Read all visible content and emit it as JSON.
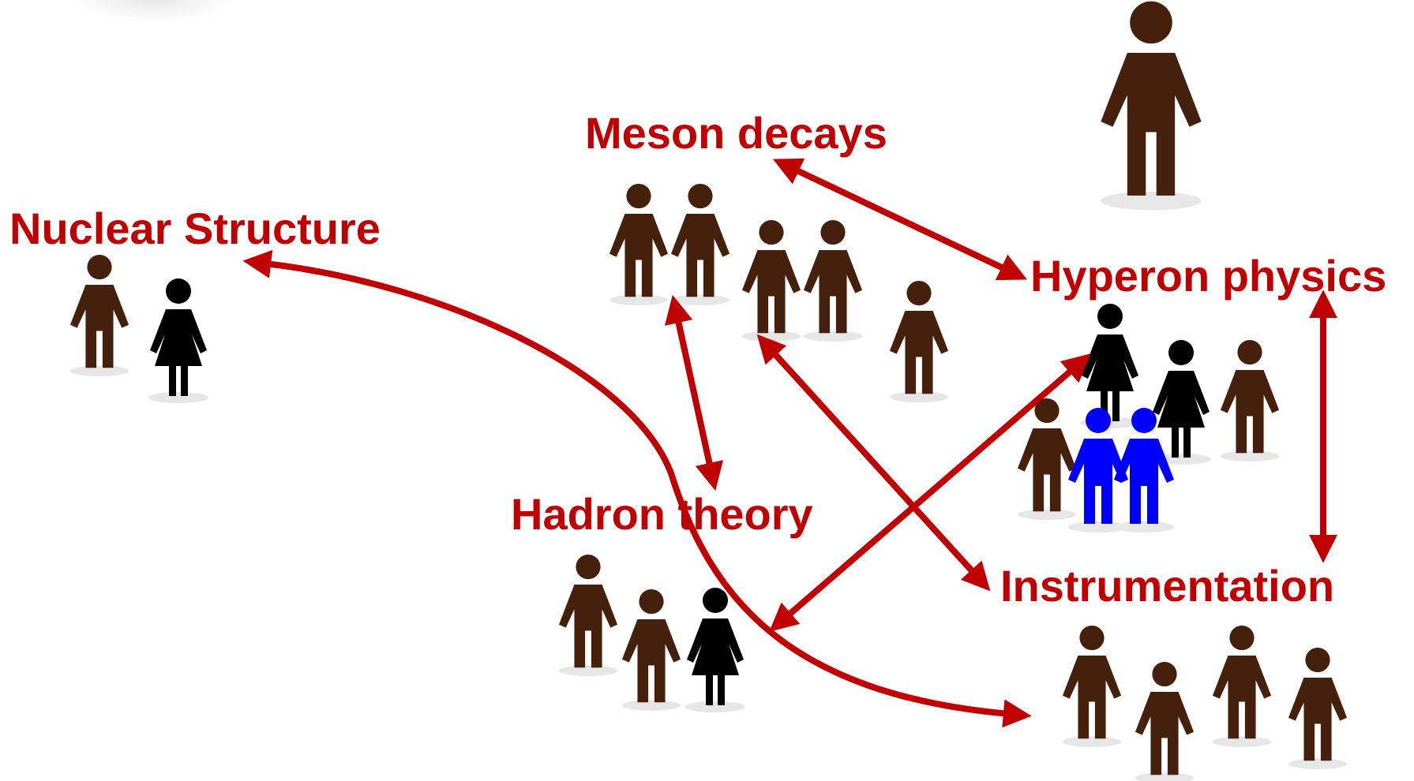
{
  "colors": {
    "accent": "#c00000",
    "person_brown": "#45200c",
    "person_black": "#000000",
    "person_blue": "#0000ff",
    "shadow": "#e6e6e6"
  },
  "groups": {
    "nuclear_structure": {
      "label": "Nuclear Structure"
    },
    "meson_decays": {
      "label": "Meson decays"
    },
    "hyperon_physics": {
      "label": "Hyperon physics"
    },
    "hadron_theory": {
      "label": "Hadron theory"
    },
    "instrumentation": {
      "label": "Instrumentation"
    }
  },
  "icons": [
    "man-icon",
    "woman-icon",
    "double-headed-arrow-icon",
    "curved-arrow-icon"
  ]
}
